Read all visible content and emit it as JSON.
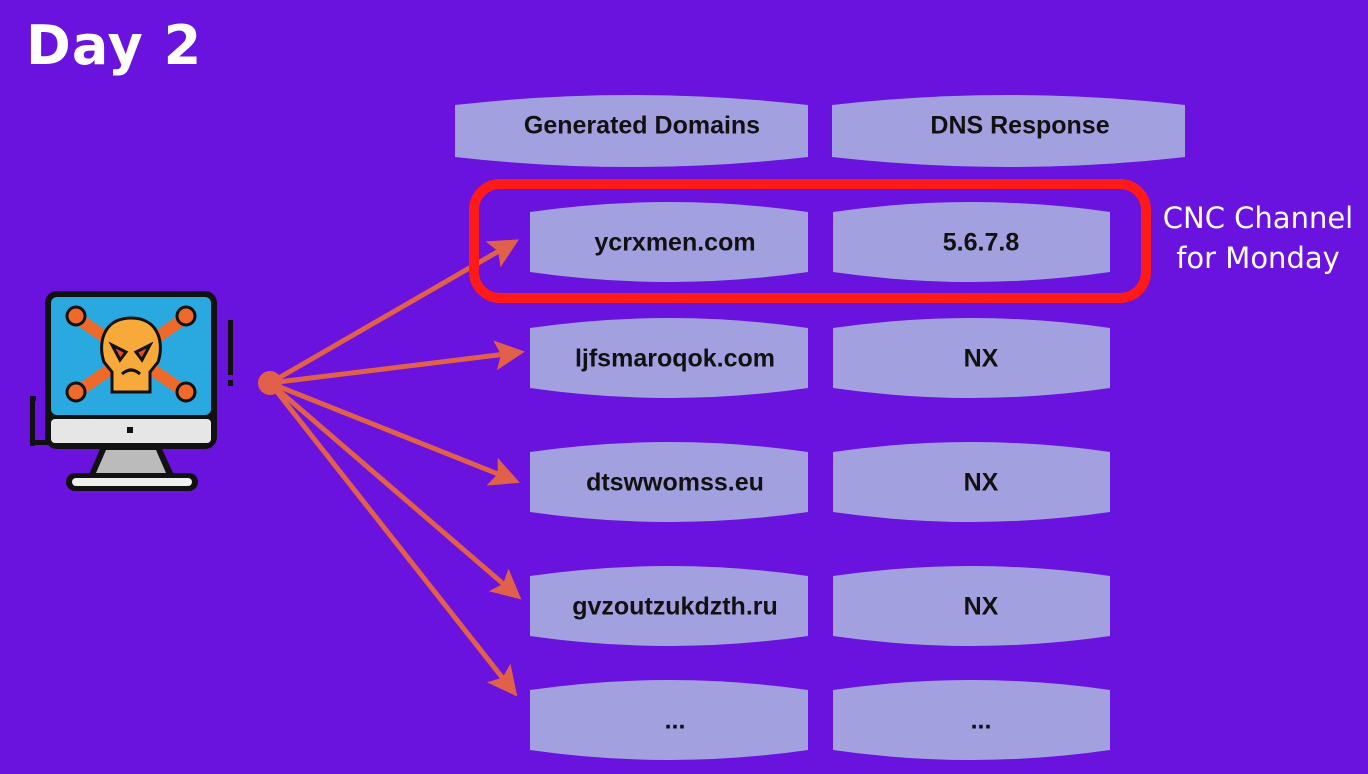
{
  "title": "Day 2",
  "headers": {
    "domains": "Generated Domains",
    "dns": "DNS Response"
  },
  "rows": [
    {
      "domain": "ycrxmen.com",
      "dns": "5.6.7.8",
      "highlighted": true
    },
    {
      "domain": "ljfsmaroqok.com",
      "dns": "NX"
    },
    {
      "domain": "dtswwomss.eu",
      "dns": "NX"
    },
    {
      "domain": "gvzoutzukdzth.ru",
      "dns": "NX"
    },
    {
      "domain": "...",
      "dns": "..."
    }
  ],
  "annotation": {
    "line1": "CNC Channel",
    "line2": "for Monday"
  },
  "icons": {
    "source": "infected-computer-skull-icon"
  },
  "colors": {
    "background": "#6a12de",
    "cell": "#a3a0e0",
    "arrow": "#e0604a",
    "highlight": "#ff1a1a"
  }
}
